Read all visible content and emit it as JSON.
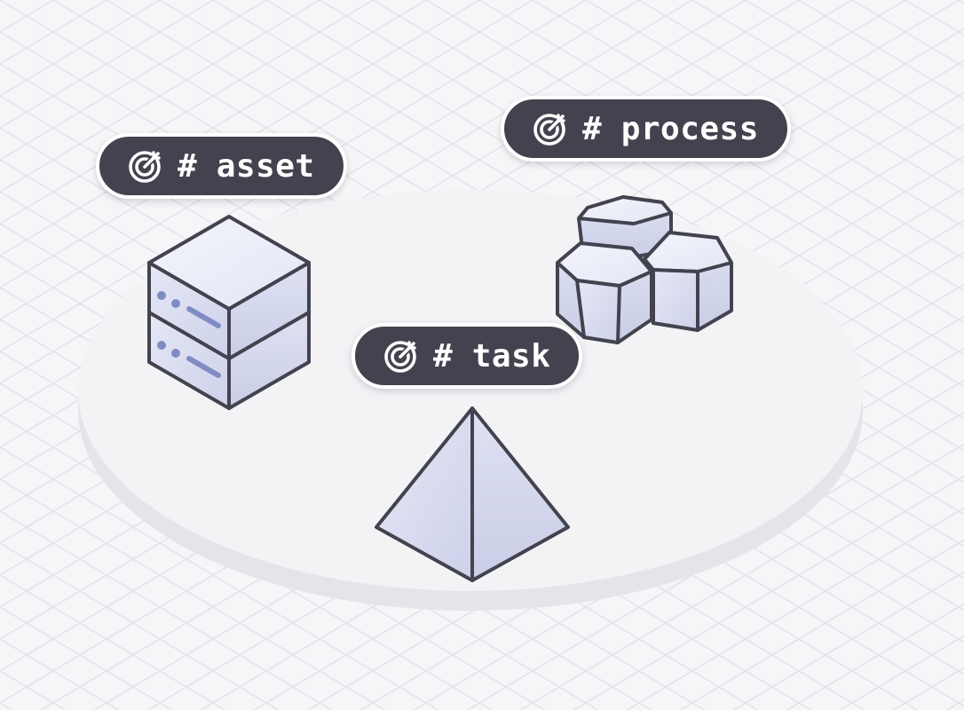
{
  "colors": {
    "background": "#f6f6f8",
    "grid_line": "#e3e3ea",
    "platform_top": "#f3f3f6",
    "platform_side": "#e4e4e9",
    "tag_fill": "#43434f",
    "tag_text": "#ffffff",
    "shape_outline": "#43434f",
    "shape_face_light": "#eceef8",
    "shape_face_mid": "#dcdff0",
    "shape_face_dark": "#c8cce4",
    "server_accent": "#7f8cc4"
  },
  "tags": [
    {
      "id": "asset",
      "icon": "target-icon",
      "hash": "#",
      "label": "asset"
    },
    {
      "id": "process",
      "icon": "target-icon",
      "hash": "#",
      "label": "process"
    },
    {
      "id": "task",
      "icon": "target-icon",
      "hash": "#",
      "label": "task"
    }
  ],
  "shapes": [
    {
      "id": "asset",
      "icon": "server-stack-icon"
    },
    {
      "id": "process",
      "icon": "hexagon-cluster-icon"
    },
    {
      "id": "task",
      "icon": "pyramid-icon"
    }
  ]
}
